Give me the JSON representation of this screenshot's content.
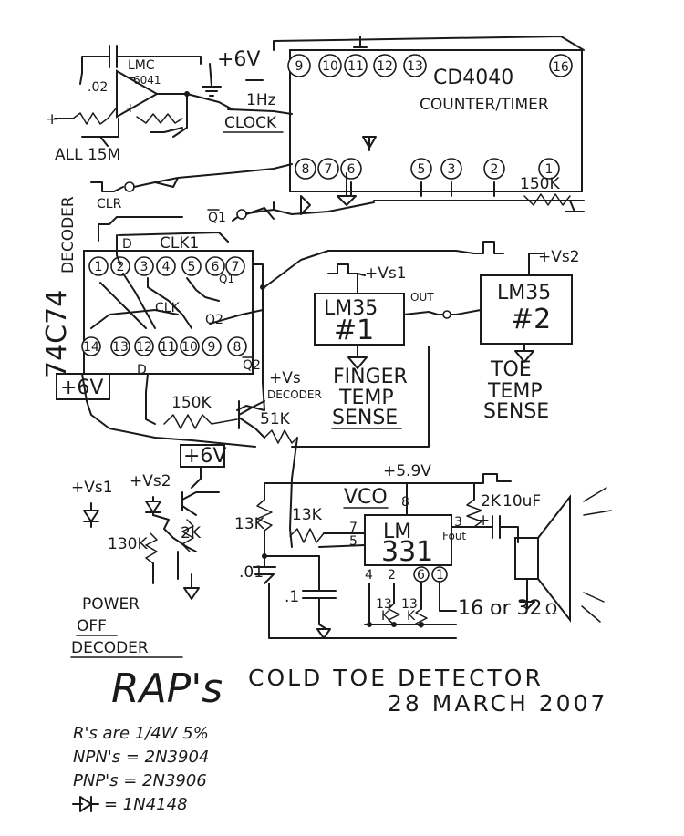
{
  "title": {
    "rap": "RAP's",
    "main": "COLD TOE DETECTOR",
    "date": "28 MARCH 2007"
  },
  "notes": [
    "R's are 1/4W 5%",
    "NPN's = 2N3904",
    "PNP's = 2N3906",
    "= 1N4148"
  ],
  "power_off_decoder": [
    "POWER",
    "OFF",
    "DECODER"
  ],
  "components": {
    "opamp": {
      "name": "LMC",
      "part": "6041"
    },
    "counter": {
      "name": "CD4040",
      "sub": "COUNTER/TIMER",
      "top_pins": [
        "9",
        "10",
        "11",
        "12",
        "13"
      ],
      "pin16": "16",
      "bottom_pins": [
        "8",
        "7",
        "6",
        "5",
        "3",
        "2",
        "1"
      ]
    },
    "decoder": {
      "name": "74C74",
      "label": "DECODER",
      "top_pins": [
        "1",
        "2",
        "3",
        "4",
        "5",
        "6",
        "7"
      ],
      "bottom_pins": [
        "14",
        "13",
        "12",
        "11",
        "10",
        "9",
        "8"
      ]
    },
    "lm35_1": {
      "name": "LM35",
      "num": "#1",
      "desc": [
        "FINGER",
        "TEMP",
        "SENSE"
      ]
    },
    "lm35_2": {
      "name": "LM35",
      "num": "#2",
      "desc": [
        "TOE",
        "TEMP",
        "SENSE"
      ]
    },
    "vco": {
      "label": "VCO",
      "name": "LM",
      "num": "331",
      "pins": [
        "7",
        "5",
        "8",
        "3",
        "4",
        "2",
        "6",
        "1"
      ],
      "fout": "Fout"
    }
  },
  "labels": {
    "plus6v_top": "+6V",
    "cap_02": ".02",
    "all15m": "ALL 15M",
    "clock_1hz": "1Hz",
    "clock": "CLOCK",
    "clr": "CLR",
    "q1bar": "Q1",
    "d_top": "D",
    "clk1": "CLK1",
    "q1": "Q1",
    "clk": "CLK",
    "q2": "Q2",
    "d_bot": "D",
    "q2bar": "Q2",
    "plus6v_decoder": "+6V",
    "vs_decoder": [
      "+Vs",
      "DECODER"
    ],
    "r150k_dec": "150K",
    "r51k": "51K",
    "plus6v_sw": "+6V",
    "vs1_top": "+Vs1",
    "vs2_top": "+Vs2",
    "out": "OUT",
    "r150k_counter": "150K",
    "vs1_sw": "+Vs1",
    "vs2_sw": "+Vs2",
    "r130k": "130K",
    "r2k_sw": "2K",
    "plus59v": "+5.9V",
    "r13k_a": "13K",
    "r13k_b": "13K",
    "c01": ".01",
    "c1": ".1",
    "r2k_vco": "2K",
    "c10uf": "10uF",
    "r13k_c": "13",
    "r13k_c2": "K",
    "r13k_d": "13",
    "r13k_d2": "K",
    "speaker": "16 or 32",
    "ohm": "Ω"
  }
}
